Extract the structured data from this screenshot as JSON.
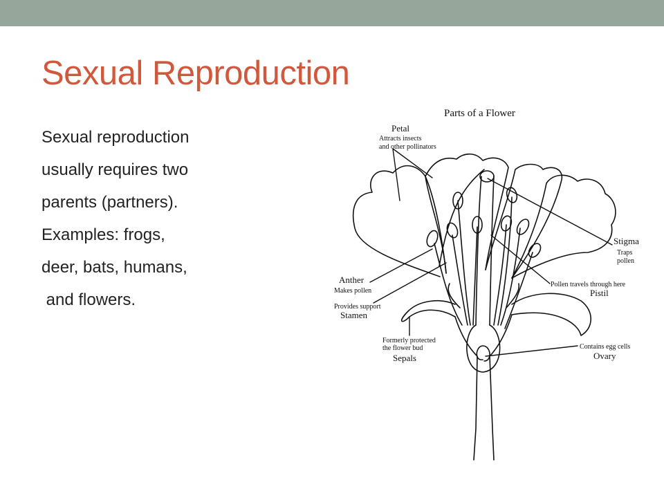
{
  "colors": {
    "top_bar": "#96a69b",
    "title": "#d0583c",
    "body_text": "#222222",
    "diagram_ink": "#111111"
  },
  "slide": {
    "title": "Sexual Reproduction",
    "body_lines": [
      "Sexual reproduction",
      "usually requires two",
      "parents (partners).",
      "Examples: frogs,",
      "deer, bats, humans,",
      " and flowers."
    ]
  },
  "diagram": {
    "title": "Parts of a Flower",
    "labels": {
      "petal": "Petal",
      "petal_desc_1": "Attracts insects",
      "petal_desc_2": "and other pollinators",
      "stigma": "Stigma",
      "stigma_desc_1": "Traps",
      "stigma_desc_2": "pollen",
      "anther": "Anther",
      "anther_desc": "Makes pollen",
      "pistil_desc": "Pollen travels through here",
      "pistil": "Pistil",
      "stamen_desc": "Provides support",
      "stamen": "Stamen",
      "sepals_desc_1": "Formerly protected",
      "sepals_desc_2": "the flower bud",
      "sepals": "Sepals",
      "ovary_desc": "Contains egg cells",
      "ovary": "Ovary"
    }
  }
}
